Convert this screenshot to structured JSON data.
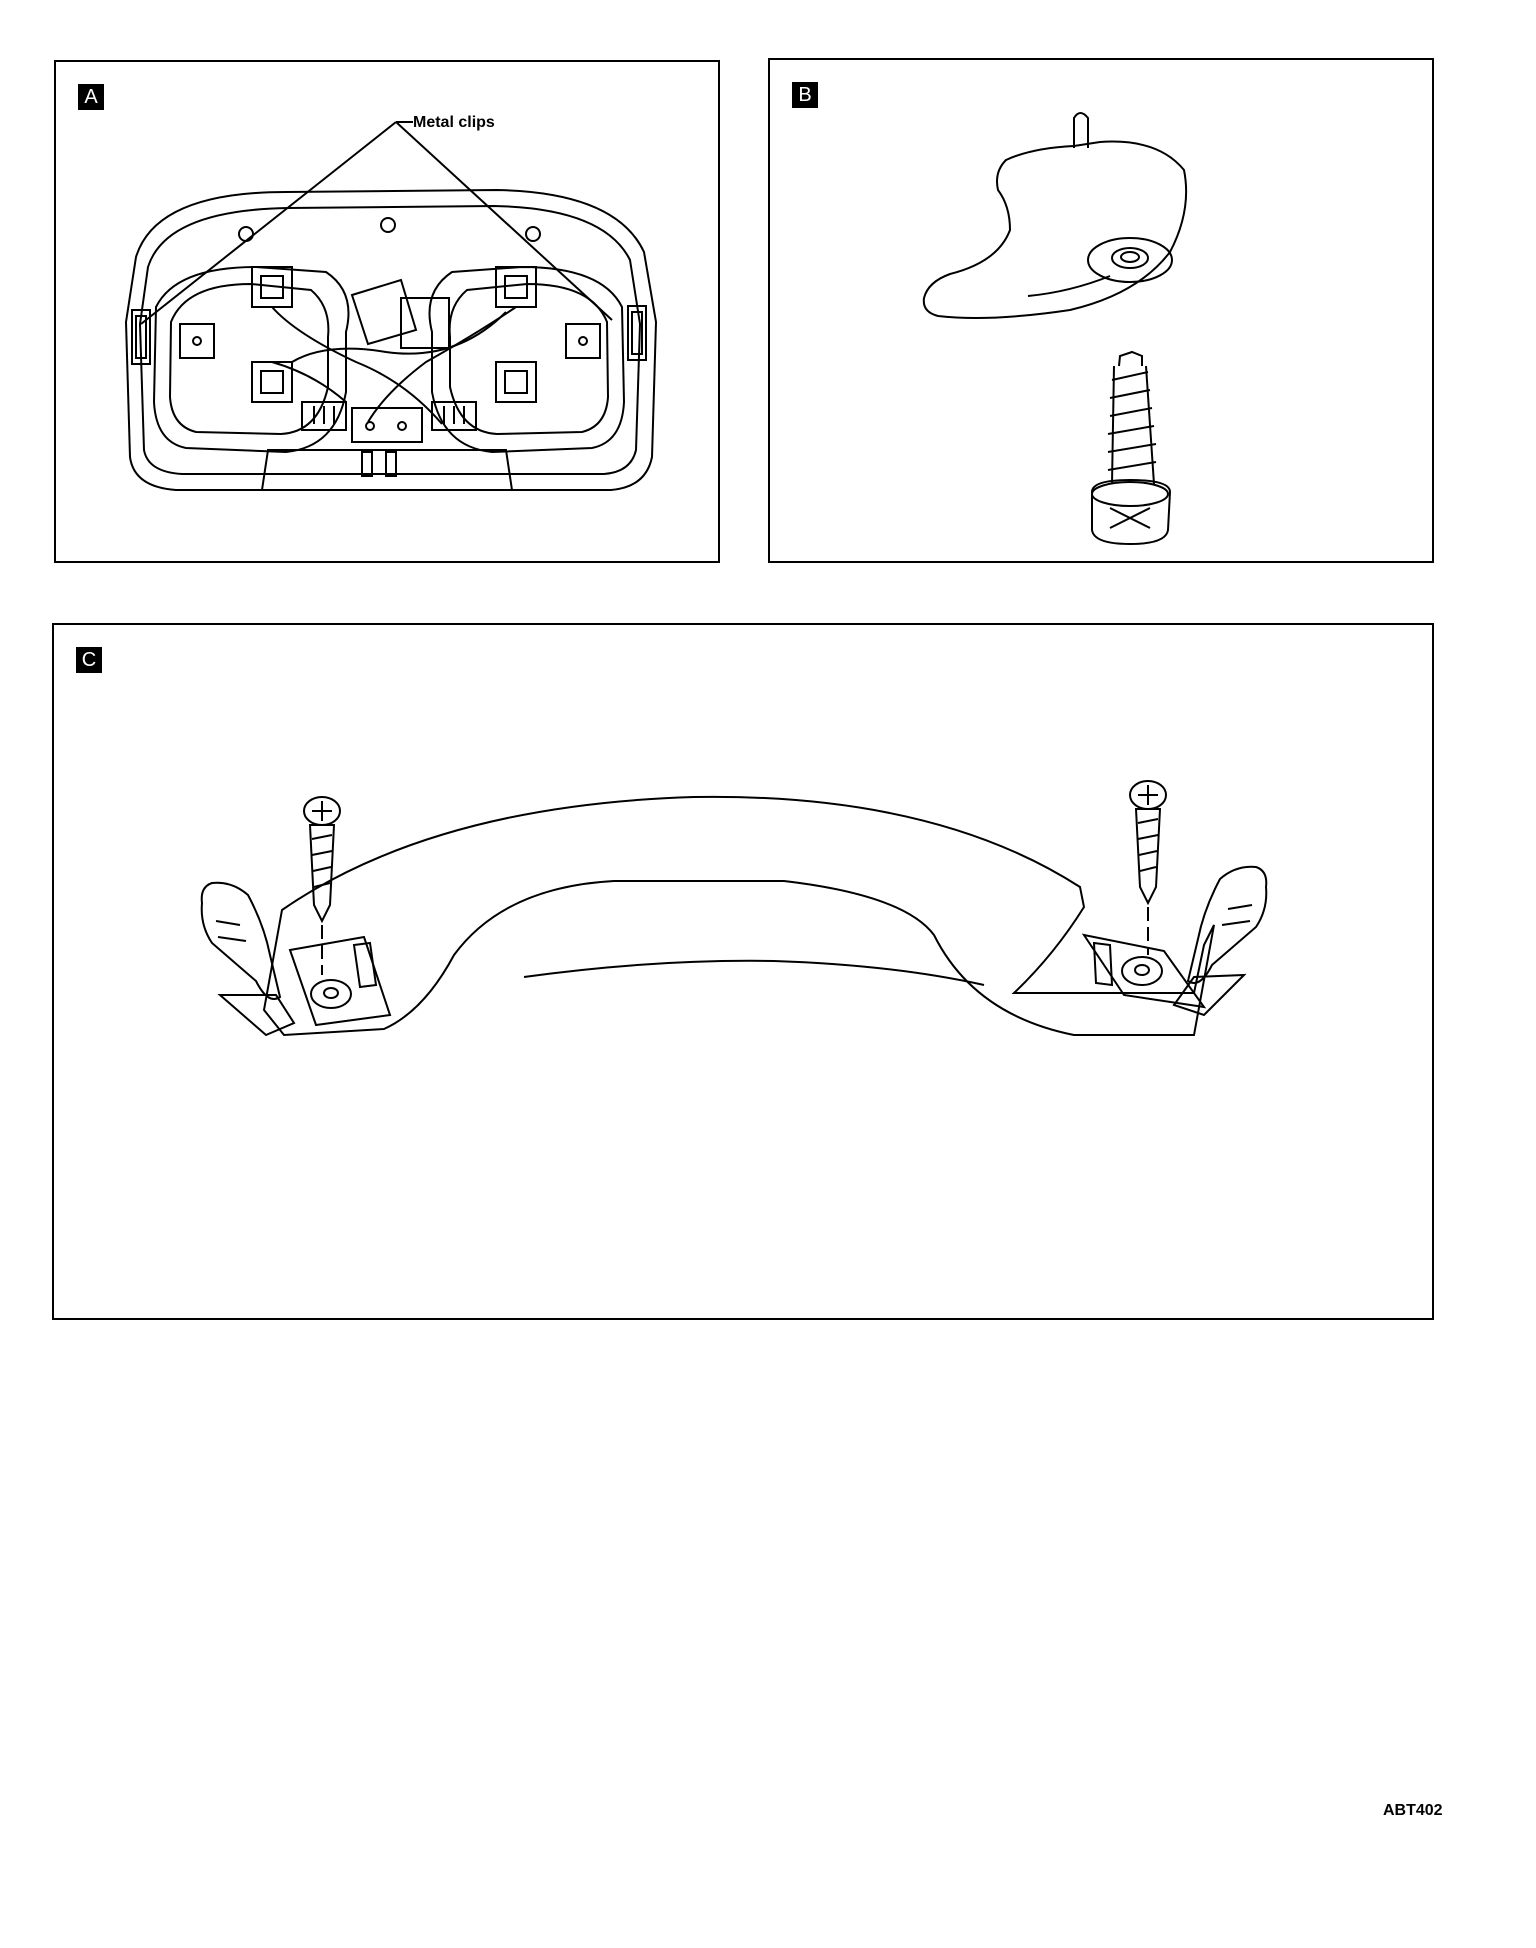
{
  "panels": {
    "a": {
      "label": "A",
      "callout": "Metal clips"
    },
    "b": {
      "label": "B"
    },
    "c": {
      "label": "C"
    }
  },
  "figure_code": "ABT402"
}
